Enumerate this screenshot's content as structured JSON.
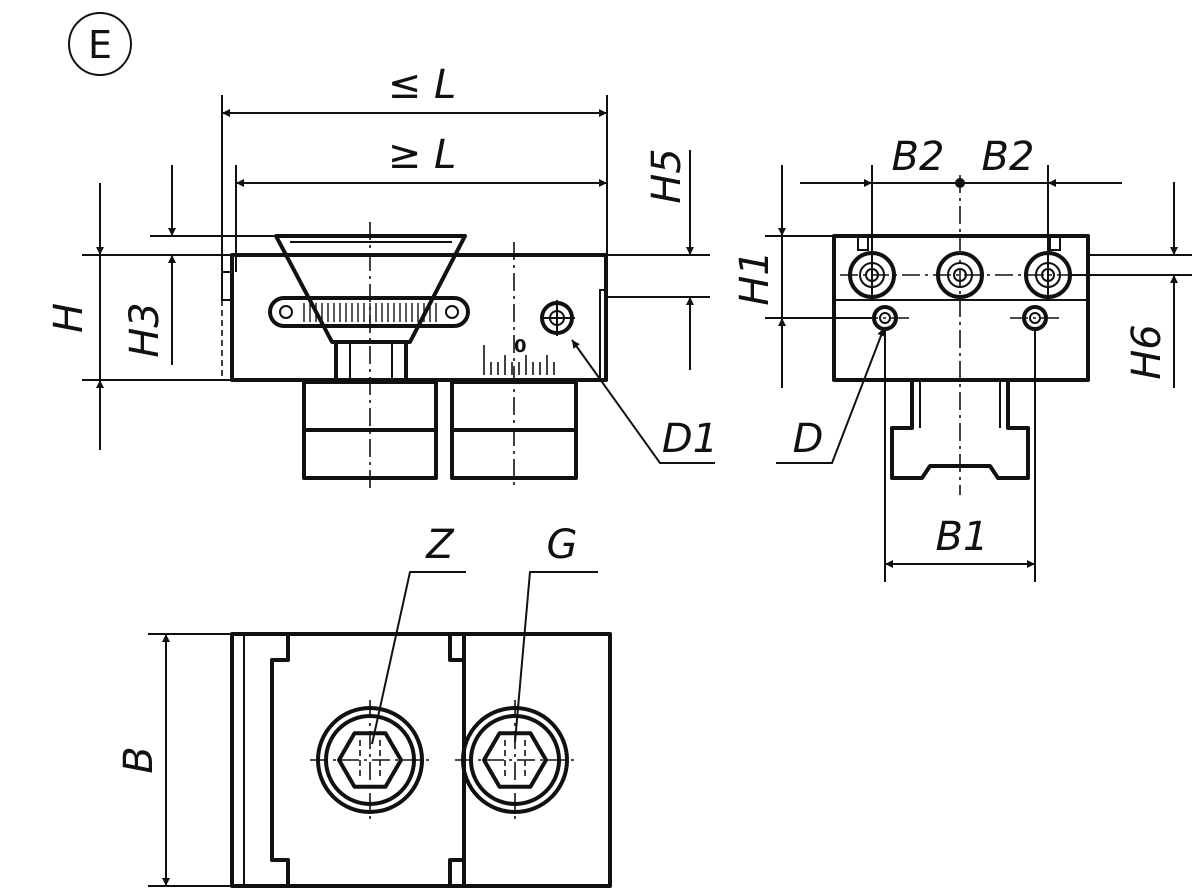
{
  "variant_marker": "E",
  "labels": {
    "L_max": "≤ L",
    "L_min": "≥ L",
    "H": "H",
    "H3": "H3",
    "H5": "H5",
    "D1": "D1",
    "B2_left": "B2",
    "B2_right": "B2",
    "H1": "H1",
    "H6": "H6",
    "D": "D",
    "B1": "B1",
    "Z": "Z",
    "G": "G",
    "B": "B"
  },
  "colors": {
    "line": "#111111",
    "background": "#ffffff"
  }
}
